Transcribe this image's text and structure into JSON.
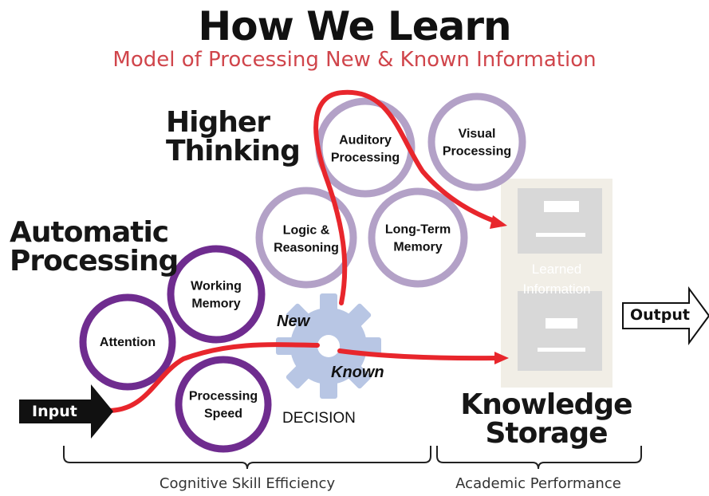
{
  "title": "How We Learn",
  "subtitle": "Model of Processing New & Known Information",
  "sections": {
    "higher_thinking": "Higher\nThinking",
    "automatic_processing": "Automatic\nProcessing",
    "knowledge_storage": "Knowledge\nStorage"
  },
  "circles": {
    "auditory": "Auditory\nProcessing",
    "visual": "Visual\nProcessing",
    "logic": "Logic &\nReasoning",
    "long_term": "Long-Term\nMemory",
    "working": "Working\nMemory",
    "attention": "Attention",
    "speed": "Processing\nSpeed"
  },
  "flow": {
    "new_label": "New",
    "known_label": "Known",
    "decision_label": "DECISION",
    "input_label": "Input",
    "output_label": "Output"
  },
  "storage": {
    "learned_label": "Learned\nInformation"
  },
  "brackets": {
    "left_label": "Cognitive Skill Efficiency",
    "right_label": "Academic Performance"
  },
  "colors": {
    "subtitle": "#d0454b",
    "path_red": "#e8262c",
    "purple_ring": "#6f2c8f",
    "lavender_ring": "#b3a1c7",
    "gear": "#b8c6e4",
    "cabinet": "#f1eee6",
    "drawer": "#d6d6d6"
  }
}
